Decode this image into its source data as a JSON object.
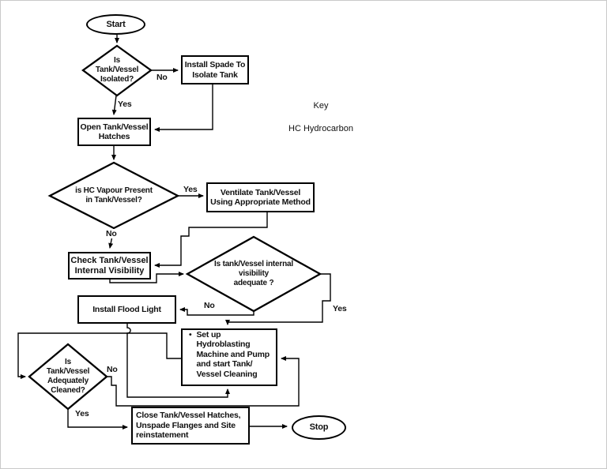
{
  "page": {
    "bg": "#ffffff",
    "border_color": "#c9c9c9",
    "line_color": "#000000",
    "text_color": "#111111"
  },
  "key": {
    "title": "Key",
    "entry": "HC Hydrocarbon"
  },
  "nodes": {
    "start": {
      "label": "Start"
    },
    "isolated": {
      "label": "Is\nTank/Vessel\nIsolated?"
    },
    "install_spade": {
      "label": "Install Spade To\nIsolate Tank"
    },
    "open_hatches": {
      "label": "Open Tank/Vessel\nHatches"
    },
    "hc_vapour": {
      "label": "is HC Vapour Present\nin Tank/Vessel?"
    },
    "ventilate": {
      "label": "Ventilate Tank/Vessel\nUsing Appropriate Method"
    },
    "check_visibility": {
      "label": "Check Tank/Vessel\nInternal Visibility"
    },
    "visibility_adequate": {
      "label": "Is tank/Vessel internal\nvisibility\nadequate ?"
    },
    "install_flood_light": {
      "label": "Install Flood Light"
    },
    "hydroblasting": {
      "bullet": "•",
      "label": "Set up Hydroblasting\nMachine and Pump\nand start Tank/\nVessel Cleaning"
    },
    "adequately_cleaned": {
      "label": "Is\nTank/Vessel\nAdequately\nCleaned?"
    },
    "close_hatches": {
      "label": "Close Tank/Vessel Hatches,\nUnspade Flanges and Site\nreinstatement"
    },
    "stop": {
      "label": "Stop"
    }
  },
  "edge_labels": {
    "isolated_no": "No",
    "isolated_yes": "Yes",
    "hc_vapour_yes": "Yes",
    "hc_vapour_no": "No",
    "visibility_no": "No",
    "visibility_yes": "Yes",
    "cleaned_no": "No",
    "cleaned_yes": "Yes"
  }
}
